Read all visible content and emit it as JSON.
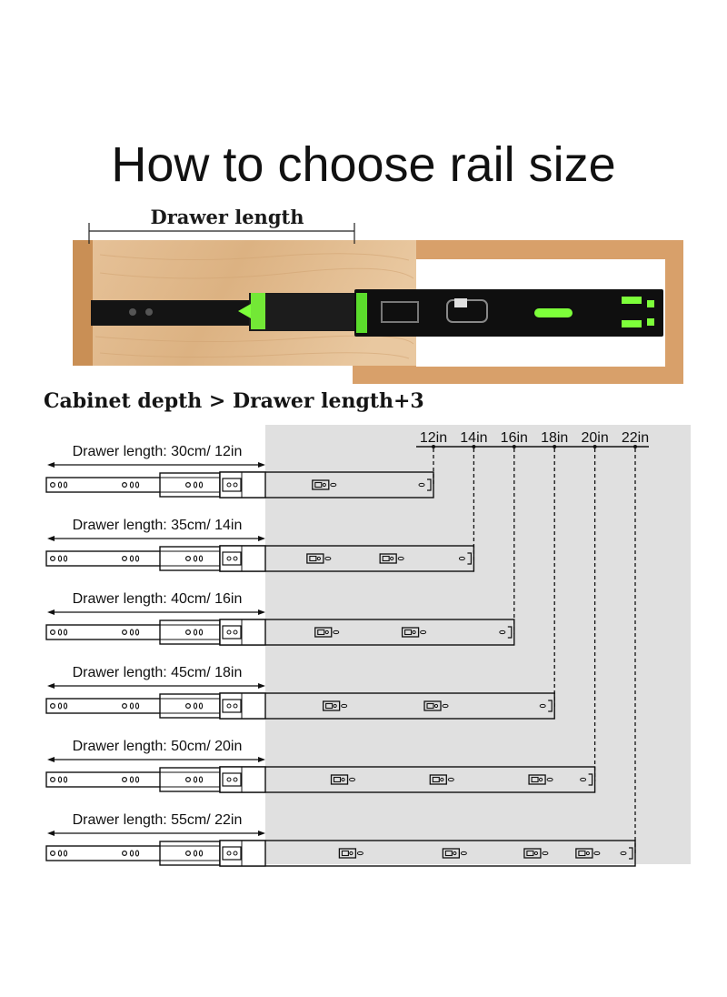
{
  "title": "How to choose rail size",
  "photo": {
    "drawer_length_label": "Drawer length"
  },
  "rule": "Cabinet depth > Drawer length+3",
  "scale": {
    "ticks": [
      "12in",
      "14in",
      "16in",
      "18in",
      "20in",
      "22in"
    ]
  },
  "rails": [
    {
      "label": "Drawer length: 30cm/ 12in",
      "length_in": 12,
      "bushings": 1
    },
    {
      "label": "Drawer length: 35cm/ 14in",
      "length_in": 14,
      "bushings": 2
    },
    {
      "label": "Drawer length: 40cm/ 16in",
      "length_in": 16,
      "bushings": 2
    },
    {
      "label": "Drawer length: 45cm/ 18in",
      "length_in": 18,
      "bushings": 2
    },
    {
      "label": "Drawer length: 50cm/ 20in",
      "length_in": 20,
      "bushings": 3
    },
    {
      "label": "Drawer length: 55cm/ 22in",
      "length_in": 22,
      "bushings": 4
    }
  ],
  "colors": {
    "wood": "#e2b98c",
    "frame": "#d9a26a",
    "rail": "#111111",
    "accent": "#7dff3a",
    "panel": "#e0e0e0"
  }
}
